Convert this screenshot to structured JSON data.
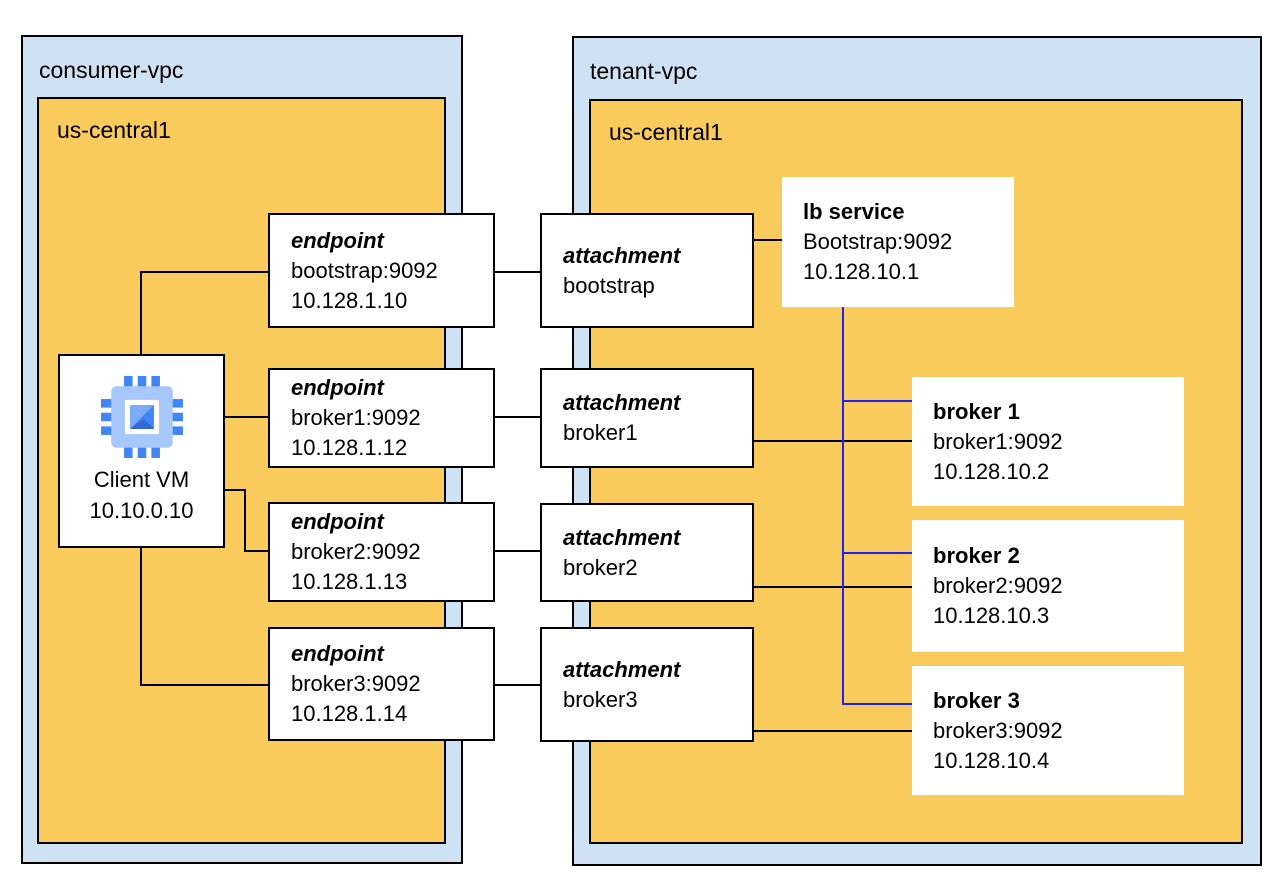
{
  "diagram": {
    "consumer_vpc": {
      "label": "consumer-vpc",
      "region": {
        "label": "us-central1"
      }
    },
    "tenant_vpc": {
      "label": "tenant-vpc",
      "region": {
        "label": "us-central1"
      }
    },
    "client_vm": {
      "icon": "compute-chip-icon",
      "name": "Client VM",
      "ip": "10.10.0.10"
    },
    "endpoints": [
      {
        "title": "endpoint",
        "address": "bootstrap:9092",
        "ip": "10.128.1.10"
      },
      {
        "title": "endpoint",
        "address": "broker1:9092",
        "ip": "10.128.1.12"
      },
      {
        "title": "endpoint",
        "address": "broker2:9092",
        "ip": "10.128.1.13"
      },
      {
        "title": "endpoint",
        "address": "broker3:9092",
        "ip": "10.128.1.14"
      }
    ],
    "attachments": [
      {
        "title": "attachment",
        "name": "bootstrap"
      },
      {
        "title": "attachment",
        "name": "broker1"
      },
      {
        "title": "attachment",
        "name": "broker2"
      },
      {
        "title": "attachment",
        "name": "broker3"
      }
    ],
    "lb_service": {
      "title": "lb service",
      "address": "Bootstrap:9092",
      "ip": "10.128.10.1"
    },
    "brokers": [
      {
        "title": "broker 1",
        "address": "broker1:9092",
        "ip": "10.128.10.2"
      },
      {
        "title": "broker 2",
        "address": "broker2:9092",
        "ip": "10.128.10.3"
      },
      {
        "title": "broker 3",
        "address": "broker3:9092",
        "ip": "10.128.10.4"
      }
    ],
    "colors": {
      "vpc_fill": "#CFE2F3",
      "region_fill": "#F9CB5C",
      "node_fill": "#FFFFFF",
      "connector_black": "#000000",
      "connector_blue": "#2121ED",
      "icon_body": "#A6C8FA",
      "icon_pin": "#4285F4"
    }
  }
}
